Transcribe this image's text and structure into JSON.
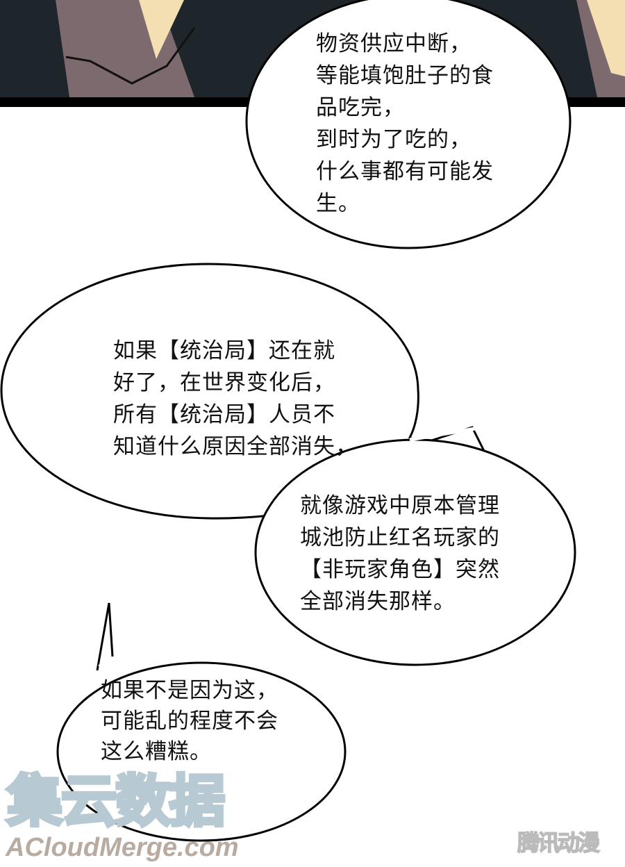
{
  "bubbles": [
    {
      "lines": "物资供应中断，\n等能填饱肚子的食\n品吃完，\n到时为了吃的，\n什么事都有可能发\n生。"
    },
    {
      "lines": "如果【统治局】还在就\n好了，在世界变化后，\n所有【统治局】人员不\n知道什么原因全部消失，"
    },
    {
      "lines": "就像游戏中原本管理\n城池防止红名玩家的\n【非玩家角色】突然\n全部消失那样。"
    },
    {
      "lines": "如果不是因为这，\n可能乱的程度不会\n这么糟糕。"
    }
  ],
  "watermarks": {
    "site_cn": "集云数据",
    "site_en": "ACloudMerge.com",
    "publisher": "腾讯动漫"
  }
}
